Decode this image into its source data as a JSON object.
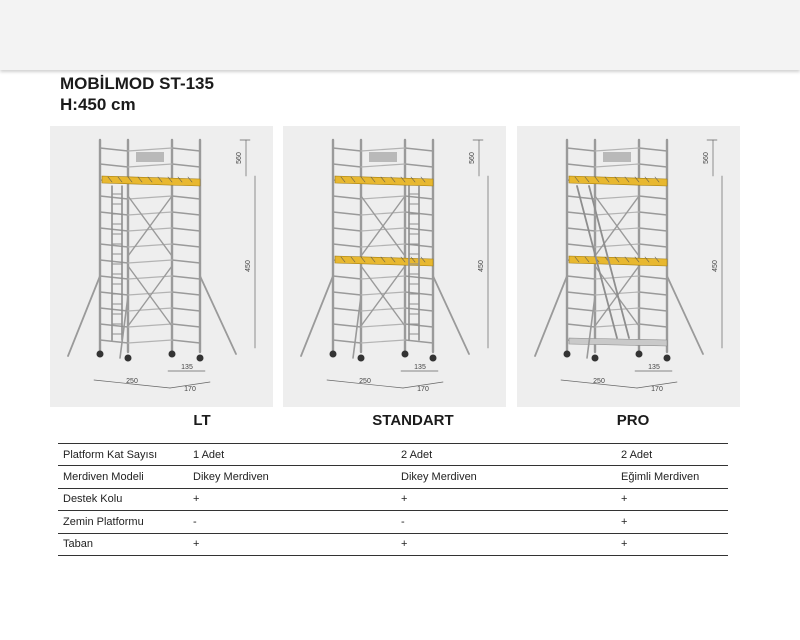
{
  "header": {
    "title_line1": "MOBİLMOD ST-135",
    "title_line2": "H:450 cm"
  },
  "diagram_labels": {
    "height_top": "560",
    "height_platform": "450",
    "width_long": "250",
    "width_short": "170",
    "depth": "135"
  },
  "models": [
    {
      "name": "LT"
    },
    {
      "name": "STANDART"
    },
    {
      "name": "PRO"
    }
  ],
  "spec_table": {
    "rows": [
      {
        "label": "Platform Kat Sayısı",
        "values": [
          "1 Adet",
          "2 Adet",
          "2 Adet"
        ]
      },
      {
        "label": "Merdiven Modeli",
        "values": [
          "Dikey Merdiven",
          "Dikey Merdiven",
          "Eğimli Merdiven"
        ]
      },
      {
        "label": "Destek Kolu",
        "values": [
          "+",
          "+",
          "+"
        ]
      },
      {
        "label": "Zemin Platformu",
        "values": [
          "-",
          "-",
          "+"
        ]
      },
      {
        "label": "Taban",
        "values": [
          "+",
          "+",
          "+"
        ]
      }
    ]
  },
  "colors": {
    "platform": "#e8b830",
    "frame": "#9a9a9a",
    "panel_bg": "#eeeeee"
  }
}
